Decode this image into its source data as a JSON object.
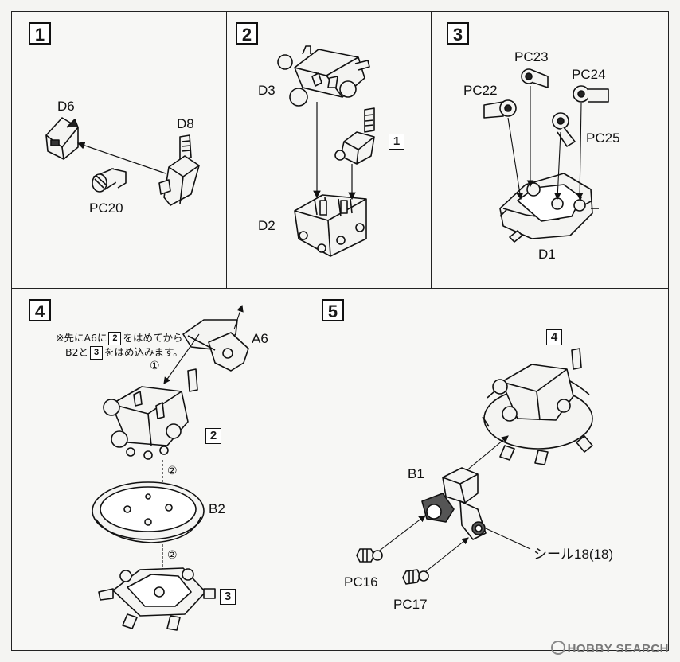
{
  "steps": [
    {
      "number": "1",
      "labels": {
        "d6": "D6",
        "d8": "D8",
        "pc20": "PC20"
      }
    },
    {
      "number": "2",
      "labels": {
        "d3": "D3",
        "d2": "D2"
      },
      "ref": "1"
    },
    {
      "number": "3",
      "labels": {
        "pc23": "PC23",
        "pc22": "PC22",
        "pc24": "PC24",
        "pc25": "PC25",
        "d1": "D1"
      }
    },
    {
      "number": "4",
      "labels": {
        "a6": "A6",
        "b2": "B2"
      },
      "refs": [
        "2",
        "3"
      ],
      "note": {
        "line1_pre": "※先にA6に",
        "line1_ref": "2",
        "line1_post": "をはめてから",
        "line2_pre": "B2と",
        "line2_ref": "3",
        "line2_post": "をはめ込みます。"
      },
      "order": [
        "①",
        "②",
        "②"
      ]
    },
    {
      "number": "5",
      "labels": {
        "b1": "B1",
        "pc16": "PC16",
        "pc17": "PC17",
        "seal": "シール18(18)"
      },
      "ref": "4"
    }
  ],
  "watermark": "HOBBY SEARCH"
}
